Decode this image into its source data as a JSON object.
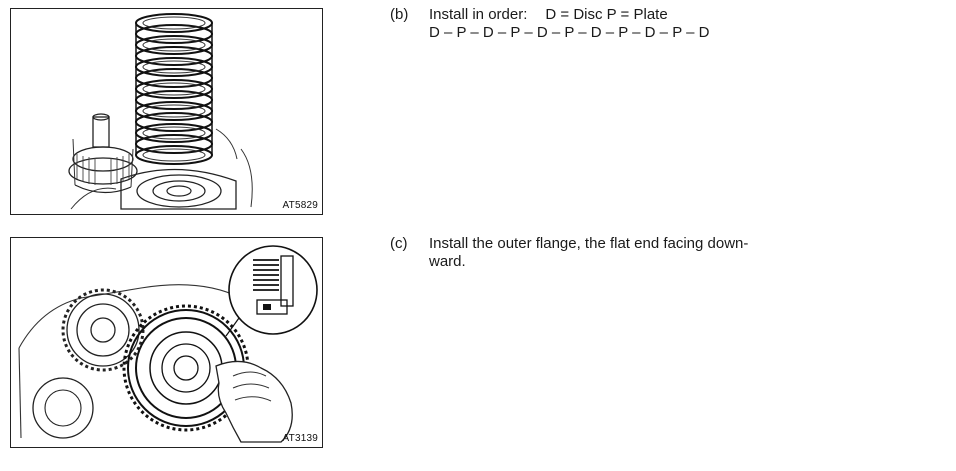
{
  "figures": [
    {
      "code": "AT5829",
      "icon": "clutch-disc-stack-illustration"
    },
    {
      "code": "AT3139",
      "icon": "outer-flange-install-illustration"
    }
  ],
  "steps": {
    "b": {
      "letter": "(b)",
      "intro": "Install in order:",
      "legend": "D = Disc  P = Plate",
      "order": "D – P – D – P – D – P – D – P – D – P – D"
    },
    "c": {
      "letter": "(c)",
      "line1": "Install the outer flange, the flat end facing down-",
      "line2": "ward."
    }
  }
}
